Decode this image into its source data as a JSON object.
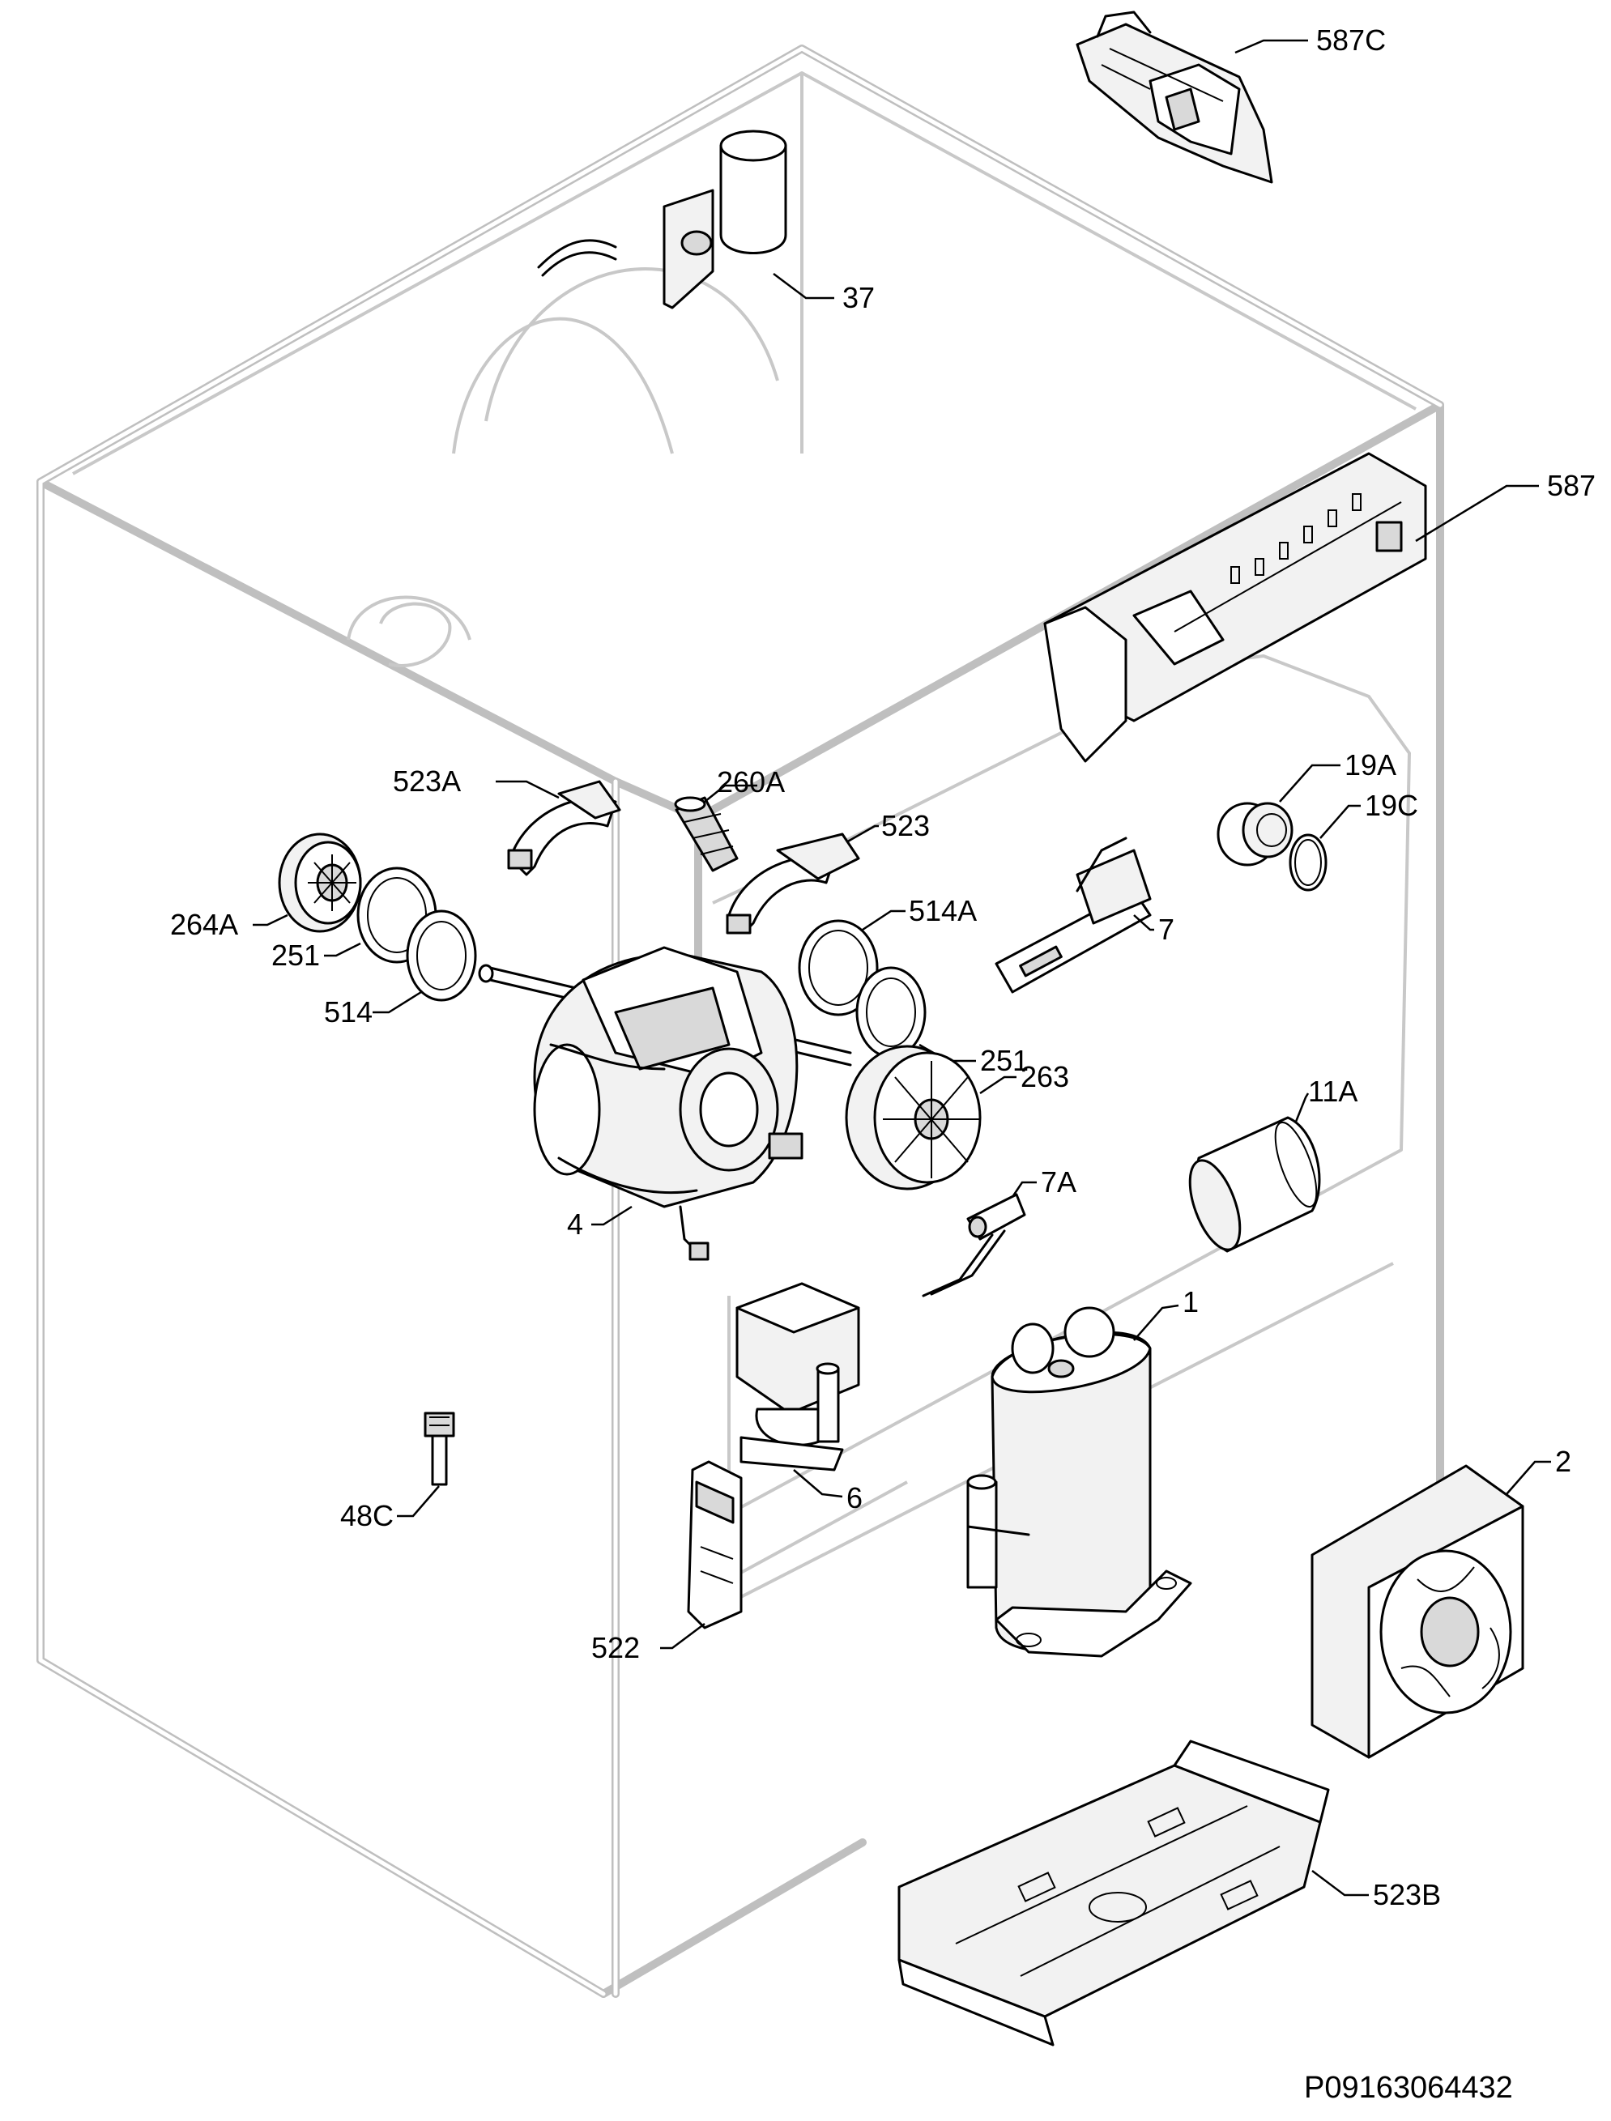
{
  "diagram": {
    "labels": {
      "c587C": "587C",
      "c37": "37",
      "c587": "587",
      "c523A": "523A",
      "c260A": "260A",
      "c523": "523",
      "c19A": "19A",
      "c19C": "19C",
      "c264A": "264A",
      "c251a": "251",
      "c514": "514",
      "c514A": "514A",
      "c251b": "251",
      "c7": "7",
      "c263": "263",
      "c11A": "11A",
      "c7A": "7A",
      "c4": "4",
      "c1": "1",
      "c6": "6",
      "c48C": "48C",
      "c2": "2",
      "c522": "522",
      "c523B": "523B"
    },
    "drawing_code": "P09163064432"
  }
}
